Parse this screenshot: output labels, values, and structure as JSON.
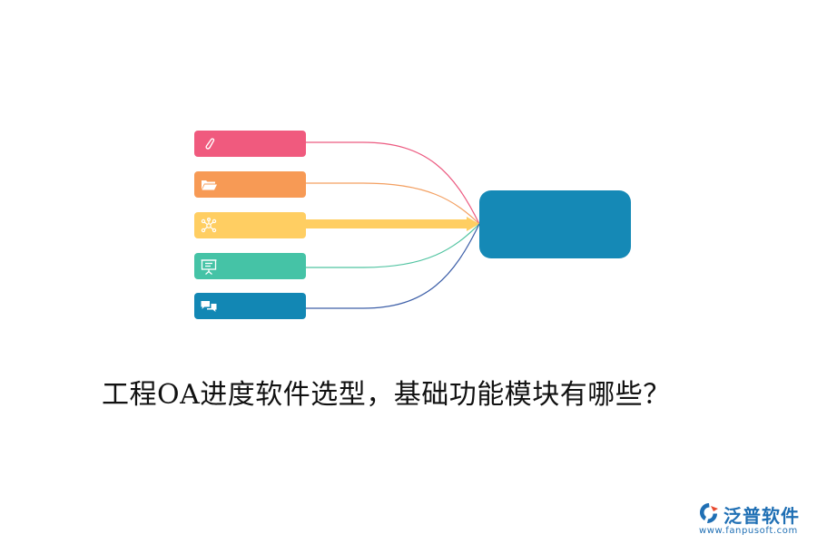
{
  "headline": "工程OA进度软件选型，基础功能模块有哪些？",
  "watermark": {
    "brand": "泛普软件",
    "url": "www.fanpusoft.com"
  },
  "diagram": {
    "bars": [
      {
        "icon": "paperclip-icon",
        "color": "#f05a7e"
      },
      {
        "icon": "folder-icon",
        "color": "#f79a55"
      },
      {
        "icon": "network-icon",
        "color": "#ffce62"
      },
      {
        "icon": "presentation-icon",
        "color": "#45c3a6"
      },
      {
        "icon": "chat-bubbles-icon",
        "color": "#1287b4"
      }
    ],
    "target_color": "#1589b6",
    "connector_colors": [
      "#ec5a80",
      "#f3a062",
      "#ffce62",
      "#4fc3a0",
      "#3d5fa8"
    ]
  }
}
